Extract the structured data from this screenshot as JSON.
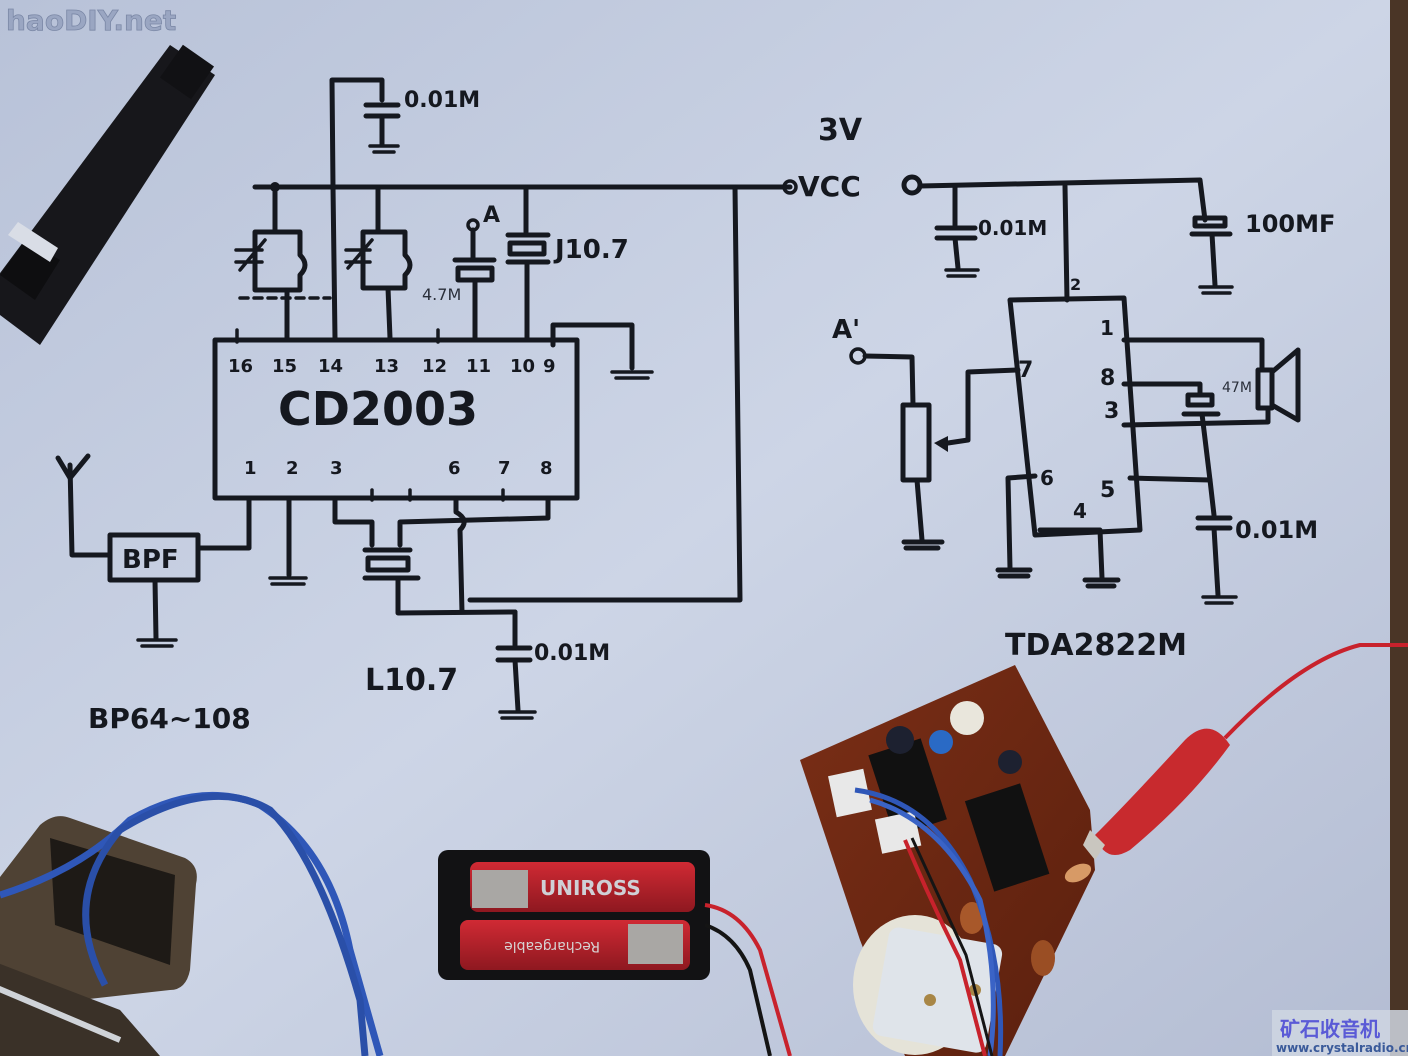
{
  "watermarks": {
    "top_left": "haoDIY.net",
    "bottom_right_cn": "矿石收音机",
    "bottom_right_url": "www.crystalradio.cn"
  },
  "colors": {
    "paper": "#c6cfe3",
    "ink": "#15181f",
    "pcb": "#6e2a14",
    "wire_blue": "#2f57b8",
    "wire_red": "#c8222c",
    "battery_red": "#b3202a",
    "clip_red": "#c82a2e",
    "watermark_cn": "#5a5ad6"
  },
  "schematic": {
    "power": {
      "voltage": "3V",
      "label": "VCC"
    },
    "receiver_ic": {
      "name": "CD2003",
      "top_pins": [
        "16",
        "15",
        "14",
        "13",
        "12",
        "11",
        "10",
        "9"
      ],
      "bottom_pins": [
        "1",
        "2",
        "3",
        "6",
        "7",
        "8"
      ]
    },
    "amp_ic": {
      "name": "TDA2822M",
      "pins": [
        "2",
        "1",
        "8",
        "3",
        "7",
        "6",
        "5",
        "4"
      ]
    },
    "components": {
      "cap_top": "0.01M",
      "cap_ref_value": "4.7M",
      "test_point_a": "A",
      "ceramic_filter_j": "J10.7",
      "ceramic_filter_l": "L10.7",
      "cap_bottom": "0.01M",
      "bpf_label": "BPF",
      "bpf_range": "BP64~108",
      "vcc_decoupling": "0.01M",
      "bulk_cap": "100MF",
      "test_point_a_prime": "A'",
      "bootstrap_cap": "47M",
      "output_cap": "0.01M"
    }
  },
  "objects": {
    "battery_brand": "UNIROSS",
    "battery_label": "Rechargeable"
  }
}
